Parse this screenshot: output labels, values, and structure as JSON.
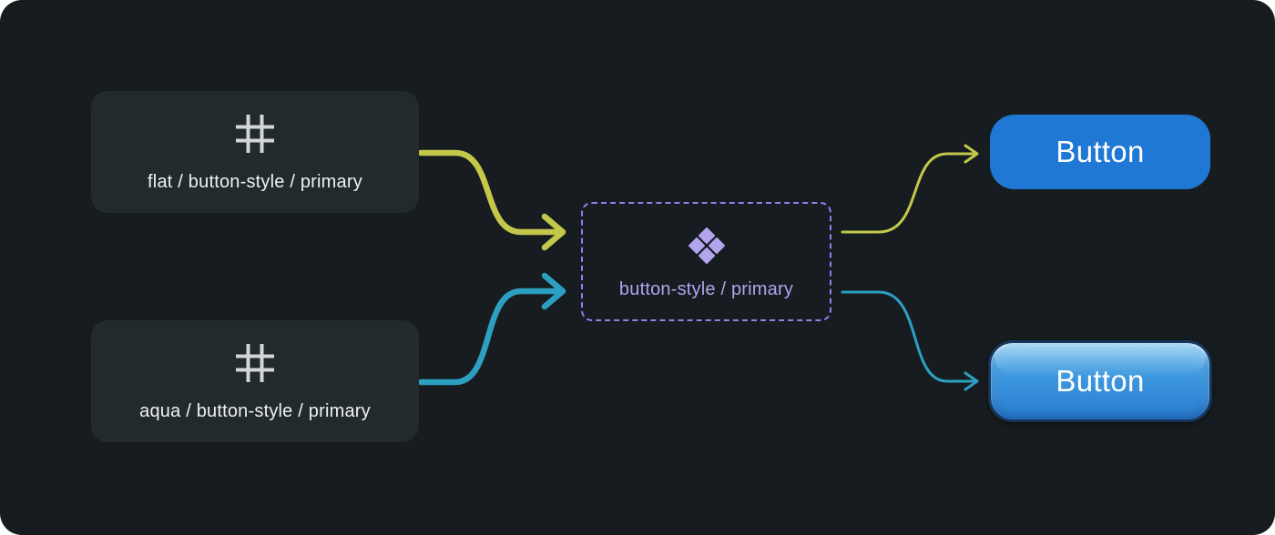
{
  "diagram": {
    "description": "Design-token mode mapping: two variable mode collections feed one component, producing two themed buttons",
    "nodes": {
      "token_flat": {
        "label": "flat / button-style / primary",
        "icon": "hash-icon"
      },
      "token_aqua": {
        "label": "aqua / button-style / primary",
        "icon": "hash-icon"
      },
      "component": {
        "label": "button-style / primary",
        "icon": "component-diamond-icon"
      },
      "button_flat": {
        "label": "Button"
      },
      "button_aqua": {
        "label": "Button"
      }
    },
    "edges": [
      {
        "from": "token_flat",
        "to": "component",
        "color": "#c3c84b"
      },
      {
        "from": "token_aqua",
        "to": "component",
        "color": "#2d9fc0"
      },
      {
        "from": "component",
        "to": "button_flat",
        "color": "#c3c84b"
      },
      {
        "from": "component",
        "to": "button_aqua",
        "color": "#2d9fc0"
      }
    ],
    "colors": {
      "canvas_bg": "#161c1f",
      "card_bg": "#222a2e",
      "card_text": "#eef2f1",
      "hash_icon": "#d2d6d5",
      "component_border": "#9180e8",
      "component_icon": "#b3a4ee",
      "component_text": "#b1a4ec",
      "arrow_yellow": "#c3c84b",
      "arrow_cyan": "#2d9fc0",
      "flat_button_bg": "#1f78d3",
      "aqua_button_gradient_top": "#59b2e9",
      "aqua_button_gradient_bottom": "#2a7ed2",
      "aqua_button_border": "#17345a",
      "button_text": "#ffffff"
    }
  }
}
